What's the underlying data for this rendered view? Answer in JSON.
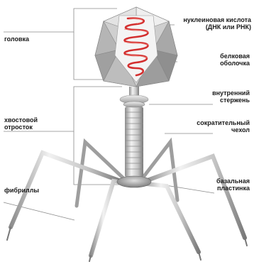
{
  "labels": {
    "head": "головка",
    "nucleic_acid": [
      "нуклеиновая кислота",
      "(ДНК или РНК)"
    ],
    "protein_coat": [
      "белковая",
      "оболочка"
    ],
    "inner_rod": [
      "внутренний",
      "стержень"
    ],
    "tail": [
      "хвостовой",
      "отросток"
    ],
    "sheath": [
      "сократительный",
      "чехол"
    ],
    "base_plate": [
      "базальная",
      "пластинка"
    ],
    "fibrils": "фибриллы"
  },
  "colors": {
    "label_text": "#1a1a1a",
    "leader_line": "#8a8a8a",
    "capsid_light": "#e8e8e8",
    "capsid_mid": "#bdbdbd",
    "capsid_dark": "#8f8f8f",
    "nucleic_acid": "#d32f2f",
    "tail_metal": "#cfcfcf"
  }
}
